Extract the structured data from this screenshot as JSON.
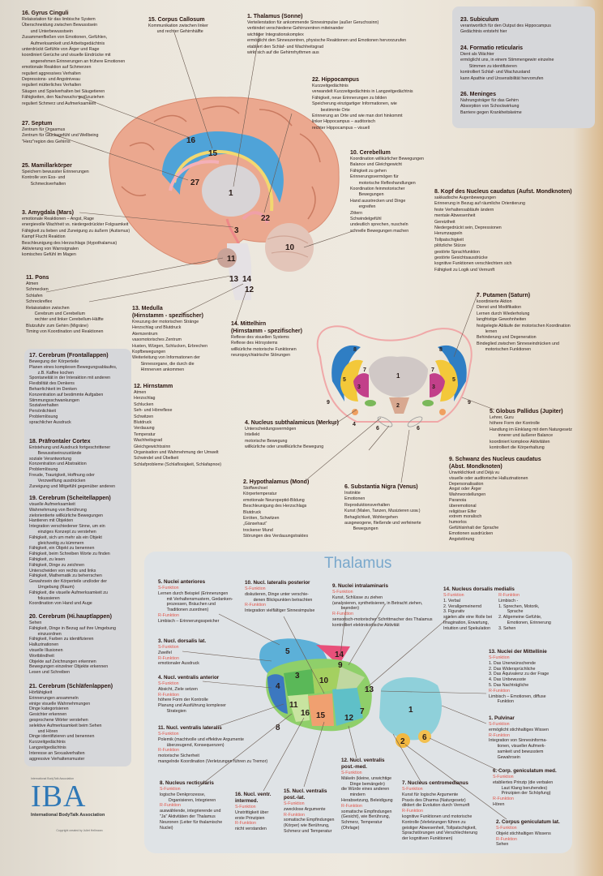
{
  "poster": {
    "thalamus_title": "Thalamus",
    "logo": {
      "small": "International BodyTalk Association",
      "letters": "IBA",
      "name": "International BodyTalk Association",
      "copyright": "Copyright created by Juliet Hellmann"
    }
  },
  "sections": {
    "s16": {
      "title": "16. Gyrus Cinguli",
      "lines": [
        "Relaisstation für das limbische System",
        "Überschneidung zwischen Bewusstsein",
        "    und Unterbewusstsein",
        "Zusammenfließen von Emotionen, Gefühlen,",
        "    Aufmerksamkeit und Arbeitsgedächtnis",
        "unterdrückt Gefühle von Ärger und Rage",
        "koordiniert Gerüche und visuelle Eindrücke mit",
        "    angenehmen Erinnerungen an frühere Emotionen",
        "emotionale Reaktion auf Schmerzen",
        "reguliert aggressives Verhalten",
        "Depressions- und Angstniveau",
        "reguliert mütterliches Verhalten",
        "Säugen und Spielverhalten bei Säugetieren",
        "Fähigkeiten, den Nachwuchs großzuziehen",
        "reguliert Schmerz und Aufmerksamkeit"
      ]
    },
    "s15": {
      "title": "15. Corpus Callosum",
      "lines": [
        "Kommunikation zwischen linker",
        "    und rechter Gehirnhälfte"
      ]
    },
    "s1": {
      "title": "1. Thalamus (Sonne)",
      "lines": [
        "Verteilerstation für ankommende Sinnesimpulse (außer Geruchssinn)",
        "verbindet verschiedene Gehirnzentren miteinander",
        "wichtiger Integrationskomplex",
        "ermöglicht den Sinneszentren, physische Reaktionen und Emotionen hervorzurufen",
        "etabliert den Schlaf- und Wachheitsgrad",
        "wirkt sich auf die Gehirnrhythmen aus"
      ]
    },
    "s23": {
      "title": "23. Subiculum",
      "lines": [
        "verantwortlich für den Output des Hippocampus",
        "Gedächtnis entsteht hier"
      ]
    },
    "s24": {
      "title": "24. Formatio reticularis",
      "lines": [
        "Dient als Wächter",
        "ermöglicht uns, in einem Stimmengewirr einzelne",
        "    Stimmen zu identifizieren",
        "kontrolliert Schlaf- und Wachzustand",
        "kann Apathie und Unsensibilität hervorrufen"
      ]
    },
    "s26": {
      "title": "26. Meninges",
      "lines": [
        "Nahrungsträger für das Gehirn",
        "Absorption von Schockwirkung",
        "Barriere gegen Krankheitskeime"
      ]
    },
    "s22": {
      "title": "22. Hippocampus",
      "lines": [
        "Kurzzeitgedächtnis",
        "verwandelt Kurzzeitgedächtnis in Langzeitgedächtnis",
        "Fähigkeit, neue Erinnerungen zu bilden",
        "Speicherung einzigartiger Informationen, wie",
        "    bestimmte Orte",
        "Erinnerung an Orte und wie man dort hinkommt",
        "linker Hippocampus – auditorisch",
        "rechter Hippocampus – visuell"
      ]
    },
    "s27": {
      "title": "27. Septum",
      "lines": [
        "Zentrum für Orgasmus",
        "Zentrum für Glücksgefühl und Wellbeing",
        "\"Herz\"region des Gehirns"
      ]
    },
    "s25": {
      "title": "25. Mamillarkörper",
      "lines": [
        "Speichern bewusster Erinnerungen",
        "Kontrolle von Ess- und",
        "    Schmeckverhalten"
      ]
    },
    "s10": {
      "title": "10. Cerebellum",
      "lines": [
        "Koordination willkürlicher Bewegungen",
        "Balance und Gleichgewicht",
        "Fähigkeit zu gehen",
        "Erinnerungsvermögen für",
        "    motorische Reflexhandlungen",
        "Koordination feinmotorischer",
        "    Bewegungen",
        "Hand ausstrecken und Dinge",
        "    ergreifen",
        "Zittern",
        "Schwindelgefühl",
        "undeutlich sprechen, nuscheln",
        "schnelle Bewegungen machen"
      ]
    },
    "s8": {
      "title": "8. Kopf des Nucleus caudatus (Aufst. Mondknoten)",
      "lines": [
        "sakkadische Augenbewegungen",
        "Erinnerung in Bezug auf räumliche Orientierung",
        "feste Verhaltensabläufe ändern",
        "mentale Abwesenheit",
        "Gereiztheit",
        "Niedergedrückt sein, Depressionen",
        "Herumzappeln",
        "Tollpatschigkeit",
        "plötzliche Stürze",
        "gestörte Sprachfunktion",
        "gestörte Gesichtsausdrücke",
        "kognitive Funktionen verschlechtern sich",
        "Fähigkeit zu Logik und Vernunft"
      ]
    },
    "s3": {
      "title": "3. Amygdala (Mars)",
      "lines": [
        "emotionale Reaktionen – Angst, Rage",
        "energievolle Wachheit vs. niedergedrückter Folgsamkeit",
        "Fähigkeit zu lieben und Zuneigung zu äußern (Autismus)",
        "Kampf Flucht Reaktion",
        "Beschleunigung des Herzschlags (Hypothalamus)",
        "Aktivierung von Warnsignalen",
        "komisches Gefühl im Magen"
      ]
    },
    "s11": {
      "title": "11. Pons",
      "lines": [
        "Atmen",
        "Schmecken",
        "Schlafen",
        "Schreckreflex",
        "Relaisstation zwischen",
        "    Cerebrum und Cerebellum",
        "    rechter und linker Cerebellum-Hälfte",
        "Blutzufuhr zum Gehirn (Migräne)",
        "Timing von Koordination und Reaktionen"
      ]
    },
    "s13": {
      "title": "13. Medulla",
      "title2": "(Hirnstamm - spezifischer)",
      "lines": [
        "Kreuzung der motorischen Stränge",
        "Herzschlag und Blutdruck",
        "Atemzentrum",
        "vasomotorisches Zentrum",
        "Husten, Würgen, Schlucken, Erbrechen",
        "Kopfbewegungen",
        "Weiterleitung von Informationen der",
        "    Sinnesorgane, die durch die",
        "    Hirnnerven ankommen"
      ]
    },
    "s14": {
      "title": "14. Mittelhirn",
      "title2": "(Hirnstamm - spezifischer)",
      "lines": [
        "Reflexe des visuellen Systems",
        "Reflexe des Hörsystems",
        "willkürliche motorische Funktionen",
        "neuropsychiatrische Störungen"
      ]
    },
    "s7": {
      "title": "7. Putamen (Saturn)",
      "lines": [
        "koordinierte Aktion",
        "Dienst und Modifikation",
        "Lernen durch Wiederholung",
        "langfristige Gewohnheiten",
        "festgelegte Abläufe der motorischen Koordination",
        "    lernen",
        "Behinderung und Degeneration",
        "Bindeglied zwischen Sinneseindrücken und",
        "    motorischen Funktionen"
      ]
    },
    "s17": {
      "title": "17. Cerebrum (Frontallappen)",
      "lines": [
        "Bewegung der Körperteile",
        "Planen eines komplexen Bewegungsablaufes,",
        "    z.B. Kaffee kochen",
        "Spontaneität in der Interaktion mit anderen",
        "Flexibilität des Denkens",
        "Beharrlichkeit im Denken",
        "Konzentration auf bestimmte Aufgaben",
        "Stimmungsschwankungen",
        "Sozialverhalten",
        "Persönlichkeit",
        "Problemlösung",
        "sprachlicher Ausdruck"
      ]
    },
    "s18": {
      "title": "18. Präfrontaler Cortex",
      "lines": [
        "Entstehung und Ausdruck fortgeschrittener",
        "    Bewusstseinszustände",
        "soziale Verantwortung",
        "Konzentration und Abstraktion",
        "Problemlösung",
        "Freude, Traurigkeit, Hoffnung oder",
        "    Verzweiflung ausdrücken",
        "Zuneigung und Mitgefühl gegenüber anderen"
      ]
    },
    "s19": {
      "title": "19. Cerebrum (Scheitellappen)",
      "lines": [
        "visuelle Aufmerksamkeit",
        "Wahrnehmung von Berührung",
        "zielorientierte willkürliche Bewegungen",
        "Hantieren mit Objekten",
        "Integration verschiedener Sinne, um ein",
        "    einziges Konzept zu verstehen",
        "Fähigkeit, sich um mehr als ein Objekt",
        "    gleichzeitig zu kümmern",
        "Fähigkeit, ein Objekt zu benennen",
        "Fähigkeit, beim Schreiben Worte zu finden",
        "Fähigkeit, zu lesen",
        "Fähigkeit, Dinge zu zeichnen",
        "Unterscheiden von rechts und links",
        "Fähigkeit, Mathematik zu beherrschen",
        "Gewahrsein der Körperteile und/oder der",
        "    Umgebung (Raum)",
        "Fähigkeit, die visuelle Aufmerksamkeit zu",
        "    fokussieren",
        "Koordination von Hand und Auge"
      ]
    },
    "s20": {
      "title": "20. Cerebrum (Hi.hauptlappen)",
      "lines": [
        "Sehen",
        "Fähigkeit, Dinge in Bezug auf ihre Umgebung",
        "    einzuordnen",
        "Fähigkeit, Farben zu identifizieren",
        "Halluzinationen",
        "visuelle Illusionen",
        "Wortblindheit",
        "Objekte auf Zeichnungen erkennen",
        "Bewegungen einzelner Objekte erkennen",
        "Lesen und Schreiben"
      ]
    },
    "s21": {
      "title": "21. Cerebrum (Schläfenlappen)",
      "lines": [
        "Hörfähigkeit",
        "Erinnerungen ansammeln",
        "einige visuelle Wahrnehmungen",
        "Dinge kategorisieren",
        "Gesichter erkennen",
        "gesprochene Wörter verstehen",
        "selektive Aufmerksamkeit beim Sehen",
        "    und Hören",
        "Dinge identifizieren und benennen",
        "Kurzzeitgedächtnis",
        "Langzeitgedächtnis",
        "Interesse an Sexualverhalten",
        "aggressive Verhaltensmuster"
      ]
    },
    "s12": {
      "title": "12. Hirnstamm",
      "lines": [
        "Atmen",
        "Herzschlag",
        "Schlucken",
        "Seh- und Hörreflexe",
        "Schwitzen",
        "Blutdruck",
        "Verdauung",
        "Temperatur",
        "Wachheitsgrad",
        "Gleichgewichtssinn",
        "Organisation und Wahrnehmung der Umwelt",
        "Schwindel und Übelkeit",
        "Schlafprobleme (Schlaflosigkeit, Schlafapnoe)"
      ]
    },
    "s4": {
      "title": "4. Nucleus subthalamicus (Merkur)",
      "lines": [
        "Unterscheidungsvermögen",
        "Intellekt",
        "motorische Bewegung",
        "willkürliche oder unwillkürliche Bewegung"
      ]
    },
    "s5": {
      "title": "5. Globus Pallidus (Jupiter)",
      "lines": [
        "Lehrer, Guru",
        "höhere Form der Kontrolle",
        "Handlung im Einklang mit dem Naturgesetz",
        "    innerer und äußerer Balance",
        "koordiniert komplexe Aktivitäten",
        "kontrolliert die Körperhaltung"
      ]
    },
    "s9": {
      "title": "9. Schwanz des Nucleus caudatus",
      "title2": "  (Abst. Mondknoten)",
      "lines": [
        "Unwirklichkeit und Déjà vu",
        "visuelle oder auditorische Halluzinationen",
        "Depersonalisation",
        "Angst oder Ärger",
        "Wahnvorstellungen",
        "Paranoia",
        "überemotional",
        "religiöser Eifer",
        "extrem moralisch",
        "humorlos",
        "Gefühlsinhalt der Sprache",
        "Emotionen ausdrücken",
        "Angststörung"
      ]
    },
    "s2": {
      "title": "2. Hypothalamus (Mond)",
      "lines": [
        "Stoffwechsel",
        "Körpertemperatur",
        "emotionale Neuropeptid-Bildung",
        "Beschleunigung des Herzschlags",
        "Blutdruck",
        "Erröten, Schwitzen",
        "„Gänsehaut“",
        "trockener Mund",
        "Störungen des Verdauungstraktes"
      ]
    },
    "s6": {
      "title": "6. Substantia Nigra (Venus)",
      "lines": [
        "Instinkte",
        "Emotionen",
        "Reproduktionsverhalten",
        "Kunst (Malen, Tanzen, Musizieren usw.)",
        "Behaglichkeit, Wohlergehen",
        "ausgewogene, fließende und verfeinerte",
        "    Bewegungen"
      ]
    },
    "t5": {
      "title": "5. Nuclei anteriores",
      "lines": [
        "S-Funktion",
        "Lernen durch Beispiel (Erinnerungen",
        "    mit Verhaltensmustern, Gedanken-",
        "    prozessen, Bräuchen und",
        "    Traditionen zuordnen)",
        "R-Funktion",
        "Limbisch – Erinnerungsspeicher"
      ]
    },
    "t10": {
      "title": "10.  Nucl. lateralis posterior",
      "lines": [
        "S-Funktion",
        "diskutieren, Dinge unter verschie-",
        "    denen Blickpunkten betrachten",
        "R-Funktion",
        "Integration vielfältiger Sinnesimpulse"
      ]
    },
    "t9": {
      "title": "9. Nuclei intralaminaris",
      "lines": [
        "S-Funktion",
        "Kunst, Schlüsse zu ziehen",
        "(analysieren, synthetisieren, in Betracht ziehen,",
        "    beenden)",
        "R-Funktion",
        "sensorisch-motorischer Schrittmacher des Thalamus",
        "kontrolliert elektrokortische Aktivität"
      ]
    },
    "t14": {
      "title": "14.  Nucleus dorsalis medialis",
      "lines": [
        "S-Funktion",
        "1. Verbal",
        "2. Verallgemeinernd",
        "3. Figurativ",
        "spielen alle eine Rolle bei",
        "Imagination, Erwartung,",
        "Intuition und Spekulation"
      ],
      "lines2": [
        "R-Funktion",
        "Limbisch -",
        "1. Sprechen, Motorik,",
        "    Sprache",
        "2. Allgemeine Gefühle,",
        "    Emotionen, Erinnerung",
        "3. Sehen"
      ]
    },
    "t3": {
      "title": "3. Nucl. dorsalis lat.",
      "lines": [
        "S-Funktion",
        "Zweifel",
        "R-Funktion",
        "emotionaler Ausdruck"
      ]
    },
    "t13": {
      "title": "13. Nuclei der Mittellinie",
      "lines": [
        "S-Funktion",
        "1. Das Unerwünschende",
        "2. Das Widersprüchliche",
        "3. Das Äquivalenz zu der Frage",
        "4. Das Unbewusste",
        "5. Das Nachträgliche",
        "R-Funktion",
        "Limbisch – Emotionen, diffuse",
        "    Funktion"
      ]
    },
    "t4": {
      "title": "4. Nucl. ventralis anterior",
      "lines": [
        "S-Funktion",
        "Absicht, Ziele setzen",
        "R-Funktion",
        "höhere Form der Kontrolle",
        "Planung und Ausführung komplexer",
        "    Strategien"
      ]
    },
    "t1": {
      "title": "1.  Pulvinar",
      "lines": [
        "S-Funktion",
        "ermöglicht stichhaltiges Wissen",
        "R-Funktion",
        "Integration von Sinnesinforma-",
        "    tionen, visueller Aufmerk-",
        "    samkeit und bewusstem",
        "    Gewahrsein"
      ]
    },
    "t11": {
      "title": "11. Nucl. ventralis lateralis",
      "lines": [
        "S-Funktion",
        "Polemik (machtvolle und effektive Argumente",
        "    überzeugend, Konsequenzen)",
        "R-Funktion",
        "motorische Sicherheit",
        "mangelnde Koordination (Verletzungen führen zu Tremor)"
      ]
    },
    "t8": {
      "title": "8. Nucleus recticularis",
      "lines": [
        "S-Funktion",
        "logische Denkprozesse,",
        "    Organisieren, Integrieren",
        "R-Funktion",
        "auswählende, integrierende und",
        "\"Ja\" Aktivitäten der Thalamus",
        "Neuronen (Leiter für thalamische",
        "Nuclei)"
      ]
    },
    "t16": {
      "title": "16. Nucl. ventr.",
      "title2": "    intermed.",
      "lines": [
        "S-Funktion",
        "Unstrittigkeit über",
        "erste Prinzipien",
        "R-Funktion",
        "nicht verstanden"
      ]
    },
    "t15": {
      "title": "15.  Nucl. ventralis",
      "title2": "    post.-lat.",
      "lines": [
        "S-Funktion",
        "zwecklose Argumente",
        "R-Funktion",
        "somatische Empfindungen",
        "(Körper) wie Berührung,",
        "Schmerz und Temperatur"
      ]
    },
    "t12": {
      "title": "12. Nucl. ventralis",
      "title2": "    post.-med.",
      "lines": [
        "S-Funktion",
        "Mäkeln (kleine, unwichtige",
        "    Dinge bemängeln)",
        "die Würde eines anderen",
        "    mindern",
        "Herabsetzung, Beleidigung",
        "R-Funktion",
        "somatische Empfindungen",
        "(Gesicht), wie Berührung,",
        "Schmerz, Temperatur",
        "(Ohrlage)"
      ]
    },
    "t7": {
      "title": "7. Nucleus centromedianus",
      "lines": [
        "S-Funktion",
        "Kunst für logische Argumente",
        "Praxis des Dharma (Naturgesetz)",
        "diktiert die Evolution durch Vernunft",
        "R-Funktion",
        "kognitive Funktionen und motorische",
        "Kontrolle (Verletzungen führen zu",
        "geistiger Abwesenheit, Tollpatschigkeit,",
        "Sprachstörungen und Verschlechterung",
        "der kognitiven Funktionen)"
      ]
    },
    "t6": {
      "title": "6. Corp. geniculatum med.",
      "lines": [
        "S-Funktion",
        "etabliertes Prinzip (die verbalen",
        "    Laut Klang beruhendes)",
        "    Prinzipien der Schöpfung)",
        "R-Funktion",
        "Hören"
      ]
    },
    "t2": {
      "title": "2. Corpus geniculatum lat.",
      "lines": [
        "S-Funktion",
        "Objekt stichhaltigen Wissens",
        "R-Funktion",
        "Sehen"
      ]
    }
  },
  "brain_labels": [
    "16",
    "15",
    "27",
    "1",
    "22",
    "3",
    "10",
    "11",
    "13",
    "14",
    "12"
  ],
  "coronal_labels": [
    "8",
    "8",
    "7",
    "7",
    "1",
    "3",
    "5",
    "5",
    "9",
    "9",
    "2",
    "4",
    "6",
    "3",
    "6"
  ],
  "thalamus_labels": [
    "5",
    "14",
    "9",
    "3",
    "10",
    "4",
    "11",
    "16",
    "15",
    "12",
    "7",
    "13",
    "8",
    "1",
    "2",
    "6"
  ],
  "colors": {
    "brain": "#eba88f",
    "callosum": "#4fa3d8",
    "thalamus_title": "#79a8cc",
    "red_label": "#e0554a",
    "panel": "#dfe3e6"
  }
}
